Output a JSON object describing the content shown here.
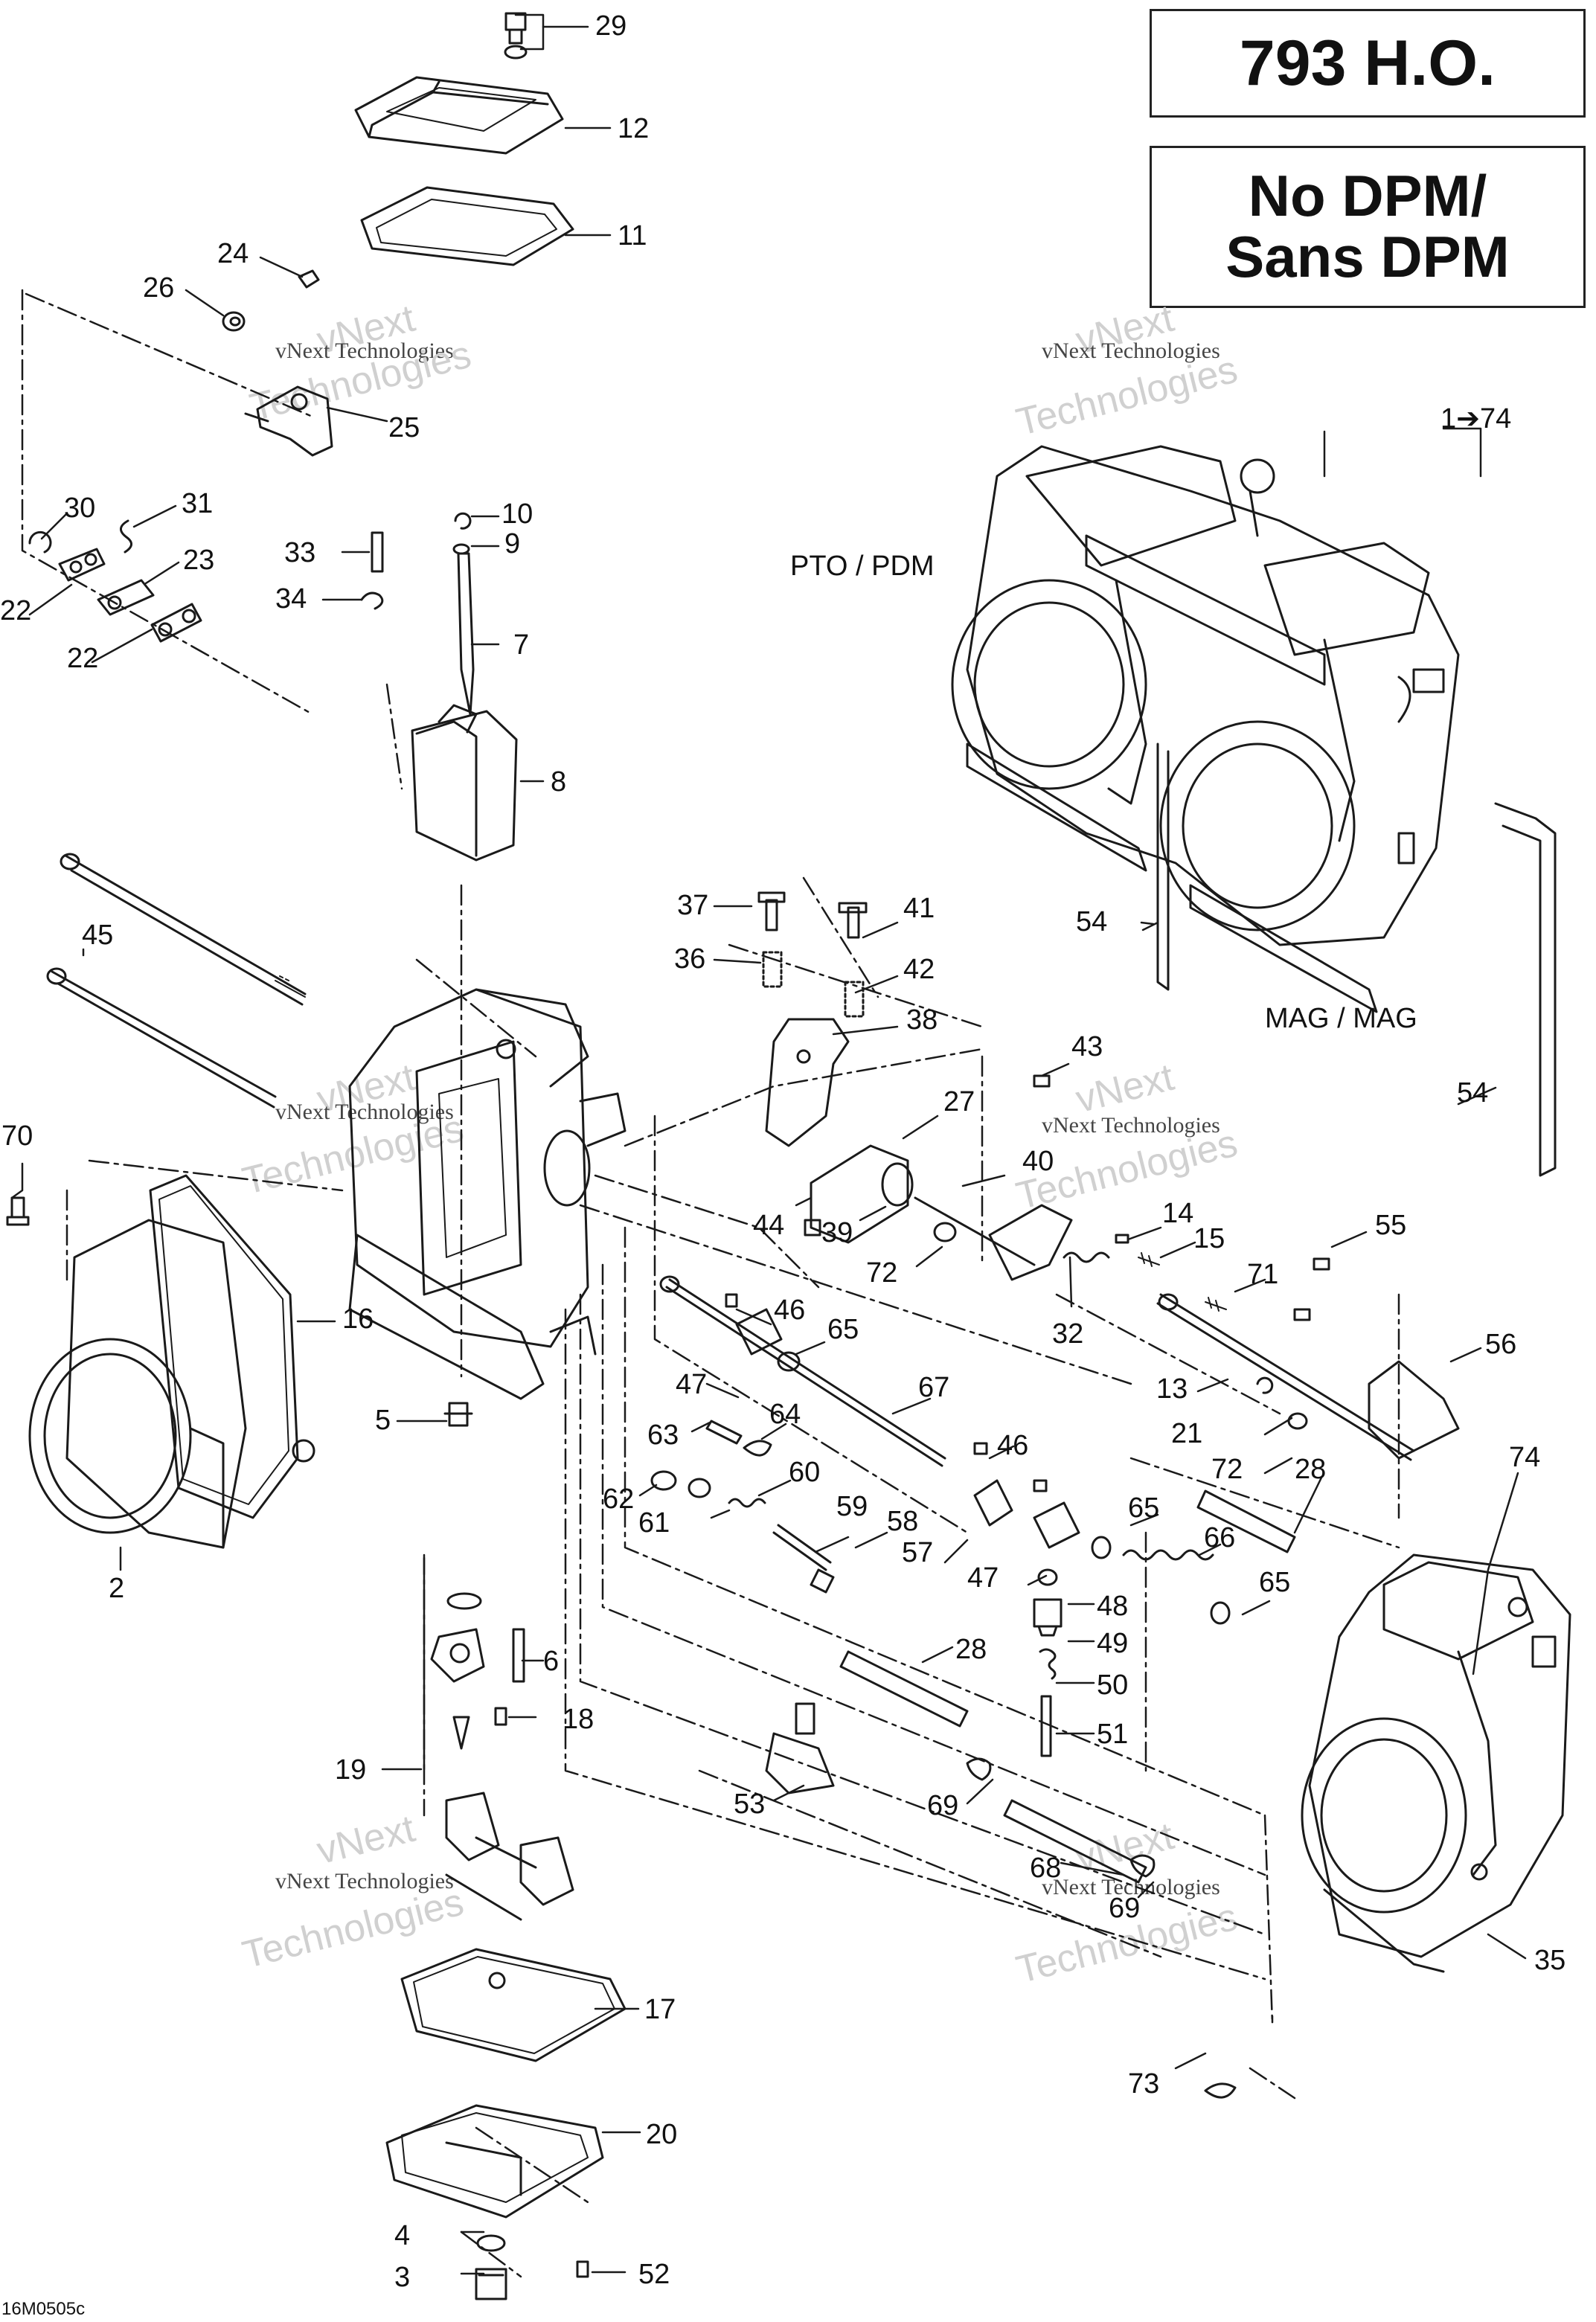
{
  "title": {
    "model": "793 H.O.",
    "variant_line1": "No DPM/",
    "variant_line2": "Sans DPM"
  },
  "side_labels": {
    "pto": "PTO / PDM",
    "mag": "MAG / MAG"
  },
  "assembly_label": "1➔74",
  "diagram_code": "16M0505c",
  "watermark": {
    "line1": "vNext Technologies",
    "line2": "vNext",
    "line3": "Technologies"
  },
  "callouts": [
    {
      "id": "29",
      "label": "29"
    },
    {
      "id": "12",
      "label": "12"
    },
    {
      "id": "11",
      "label": "11"
    },
    {
      "id": "24",
      "label": "24"
    },
    {
      "id": "26",
      "label": "26"
    },
    {
      "id": "25",
      "label": "25"
    },
    {
      "id": "30",
      "label": "30"
    },
    {
      "id": "31",
      "label": "31"
    },
    {
      "id": "23",
      "label": "23"
    },
    {
      "id": "22a",
      "label": "22"
    },
    {
      "id": "22b",
      "label": "22"
    },
    {
      "id": "10",
      "label": "10"
    },
    {
      "id": "9",
      "label": "9"
    },
    {
      "id": "33",
      "label": "33"
    },
    {
      "id": "34",
      "label": "34"
    },
    {
      "id": "7",
      "label": "7"
    },
    {
      "id": "8",
      "label": "8"
    },
    {
      "id": "45",
      "label": "45"
    },
    {
      "id": "37",
      "label": "37"
    },
    {
      "id": "41",
      "label": "41"
    },
    {
      "id": "36",
      "label": "36"
    },
    {
      "id": "42",
      "label": "42"
    },
    {
      "id": "38",
      "label": "38"
    },
    {
      "id": "43",
      "label": "43"
    },
    {
      "id": "27",
      "label": "27"
    },
    {
      "id": "40",
      "label": "40"
    },
    {
      "id": "70",
      "label": "70"
    },
    {
      "id": "44",
      "label": "44"
    },
    {
      "id": "39",
      "label": "39"
    },
    {
      "id": "14",
      "label": "14"
    },
    {
      "id": "15",
      "label": "15"
    },
    {
      "id": "55",
      "label": "55"
    },
    {
      "id": "72a",
      "label": "72"
    },
    {
      "id": "71",
      "label": "71"
    },
    {
      "id": "32",
      "label": "32"
    },
    {
      "id": "16",
      "label": "16"
    },
    {
      "id": "46a",
      "label": "46"
    },
    {
      "id": "65a",
      "label": "65"
    },
    {
      "id": "56",
      "label": "56"
    },
    {
      "id": "13",
      "label": "13"
    },
    {
      "id": "47a",
      "label": "47"
    },
    {
      "id": "67",
      "label": "67"
    },
    {
      "id": "5",
      "label": "5"
    },
    {
      "id": "63",
      "label": "63"
    },
    {
      "id": "64",
      "label": "64"
    },
    {
      "id": "21",
      "label": "21"
    },
    {
      "id": "72b",
      "label": "72"
    },
    {
      "id": "28a",
      "label": "28"
    },
    {
      "id": "46b",
      "label": "46"
    },
    {
      "id": "74",
      "label": "74"
    },
    {
      "id": "60",
      "label": "60"
    },
    {
      "id": "62",
      "label": "62"
    },
    {
      "id": "59",
      "label": "59"
    },
    {
      "id": "65b",
      "label": "65"
    },
    {
      "id": "61",
      "label": "61"
    },
    {
      "id": "58",
      "label": "58"
    },
    {
      "id": "66",
      "label": "66"
    },
    {
      "id": "2",
      "label": "2"
    },
    {
      "id": "57",
      "label": "57"
    },
    {
      "id": "47b",
      "label": "47"
    },
    {
      "id": "65c",
      "label": "65"
    },
    {
      "id": "48",
      "label": "48"
    },
    {
      "id": "49",
      "label": "49"
    },
    {
      "id": "6",
      "label": "6"
    },
    {
      "id": "28b",
      "label": "28"
    },
    {
      "id": "50",
      "label": "50"
    },
    {
      "id": "18",
      "label": "18"
    },
    {
      "id": "51",
      "label": "51"
    },
    {
      "id": "19",
      "label": "19"
    },
    {
      "id": "53",
      "label": "53"
    },
    {
      "id": "69a",
      "label": "69"
    },
    {
      "id": "68",
      "label": "68"
    },
    {
      "id": "69b",
      "label": "69"
    },
    {
      "id": "35",
      "label": "35"
    },
    {
      "id": "17",
      "label": "17"
    },
    {
      "id": "73",
      "label": "73"
    },
    {
      "id": "20",
      "label": "20"
    },
    {
      "id": "4",
      "label": "4"
    },
    {
      "id": "3",
      "label": "3"
    },
    {
      "id": "52",
      "label": "52"
    },
    {
      "id": "54a",
      "label": "54"
    },
    {
      "id": "54b",
      "label": "54"
    }
  ]
}
